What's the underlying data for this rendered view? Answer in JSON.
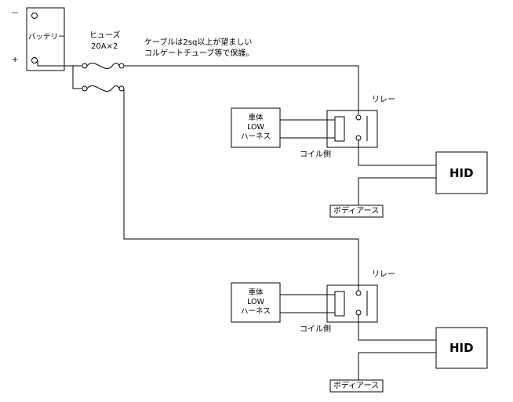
{
  "battery": {
    "label": "バッテリー",
    "minus": "－",
    "plus": "+"
  },
  "fuse": {
    "label": "ヒューズ",
    "rating": "20A×2"
  },
  "cable_note": {
    "line1": "ケーブルは2sq以上が望ましい",
    "line2": "コルゲートチューブ等で保護。"
  },
  "circuits": [
    {
      "relay_label": "リレー",
      "harness": {
        "line1": "車体",
        "line2": "LOW",
        "line3": "ハーネス"
      },
      "coil_label": "コイル側",
      "hid_label": "HID",
      "ground_label": "ボディアース"
    },
    {
      "relay_label": "リレー",
      "harness": {
        "line1": "車体",
        "line2": "LOW",
        "line3": "ハーネス"
      },
      "coil_label": "コイル側",
      "hid_label": "HID",
      "ground_label": "ボディアース"
    }
  ],
  "colors": {
    "line": "#000000",
    "background": "#ffffff"
  }
}
